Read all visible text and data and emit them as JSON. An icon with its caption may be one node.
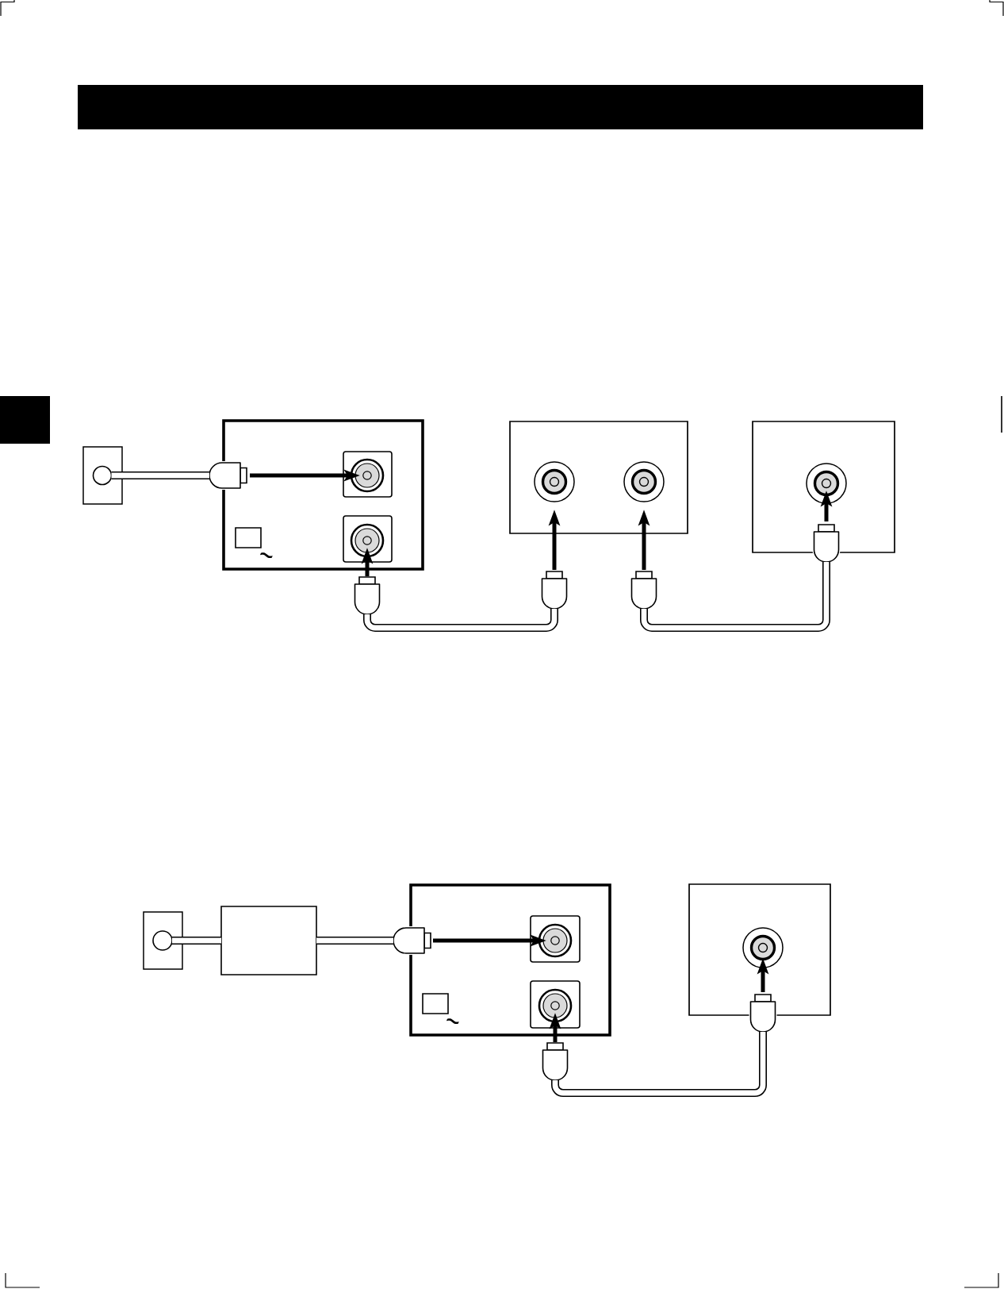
{
  "diagram": {
    "nodes": [
      {
        "text": [],
        "shape": "bar"
      },
      {
        "text": [],
        "shape": "box"
      },
      {
        "text": [],
        "shape": "circle",
        "in": 1
      },
      {
        "text": [],
        "shape": "plug"
      },
      {
        "text": [],
        "shape": "box"
      },
      {
        "text": [],
        "shape": "box",
        "in": 4
      },
      {
        "text": [],
        "shape": "circle",
        "in": 5
      },
      {
        "text": [],
        "shape": "box",
        "in": 4
      },
      {
        "text": [],
        "shape": "circle",
        "in": 7
      },
      {
        "text": [],
        "shape": "plug"
      },
      {
        "text": [],
        "shape": "box"
      },
      {
        "text": [],
        "shape": "circle",
        "in": 10
      },
      {
        "text": [],
        "shape": "circle",
        "in": 10
      },
      {
        "text": [],
        "shape": "plug"
      },
      {
        "text": [],
        "shape": "plug"
      },
      {
        "text": [],
        "shape": "box"
      },
      {
        "text": [],
        "shape": "circle",
        "in": 15
      },
      {
        "text": [],
        "shape": "plug"
      },
      {
        "text": [],
        "shape": "box"
      },
      {
        "text": [],
        "shape": "circle",
        "in": 18
      },
      {
        "text": [],
        "shape": "box"
      },
      {
        "text": [],
        "shape": "plug"
      },
      {
        "text": [],
        "shape": "box"
      },
      {
        "text": [],
        "shape": "box",
        "in": 22
      },
      {
        "text": [],
        "shape": "circle",
        "in": 23
      },
      {
        "text": [],
        "shape": "box",
        "in": 22
      },
      {
        "text": [],
        "shape": "circle",
        "in": 25
      },
      {
        "text": [],
        "shape": "plug"
      },
      {
        "text": [],
        "shape": "box"
      },
      {
        "text": [],
        "shape": "circle",
        "in": 28
      },
      {
        "text": [],
        "shape": "plug"
      }
    ],
    "edges": [
      {
        "from": 2,
        "to": 3,
        "arrow": "none",
        "style": "thick"
      },
      {
        "from": 3,
        "to": 6,
        "arrow": "to"
      },
      {
        "from": 9,
        "to": 8,
        "arrow": "to"
      },
      {
        "from": 9,
        "to": 13,
        "arrow": "none",
        "style": "thick"
      },
      {
        "from": 13,
        "to": 11,
        "arrow": "to"
      },
      {
        "from": 14,
        "to": 12,
        "arrow": "to"
      },
      {
        "from": 14,
        "to": 17,
        "arrow": "none",
        "style": "thick"
      },
      {
        "from": 17,
        "to": 16,
        "arrow": "to"
      },
      {
        "from": 19,
        "to": 20,
        "arrow": "none",
        "style": "thick"
      },
      {
        "from": 20,
        "to": 21,
        "arrow": "none",
        "style": "thick"
      },
      {
        "from": 21,
        "to": 24,
        "arrow": "to"
      },
      {
        "from": 27,
        "to": 26,
        "arrow": "to"
      },
      {
        "from": 27,
        "to": 30,
        "arrow": "none",
        "style": "thick"
      },
      {
        "from": 30,
        "to": 29,
        "arrow": "to"
      }
    ],
    "labels": [
      "~",
      "~"
    ]
  }
}
